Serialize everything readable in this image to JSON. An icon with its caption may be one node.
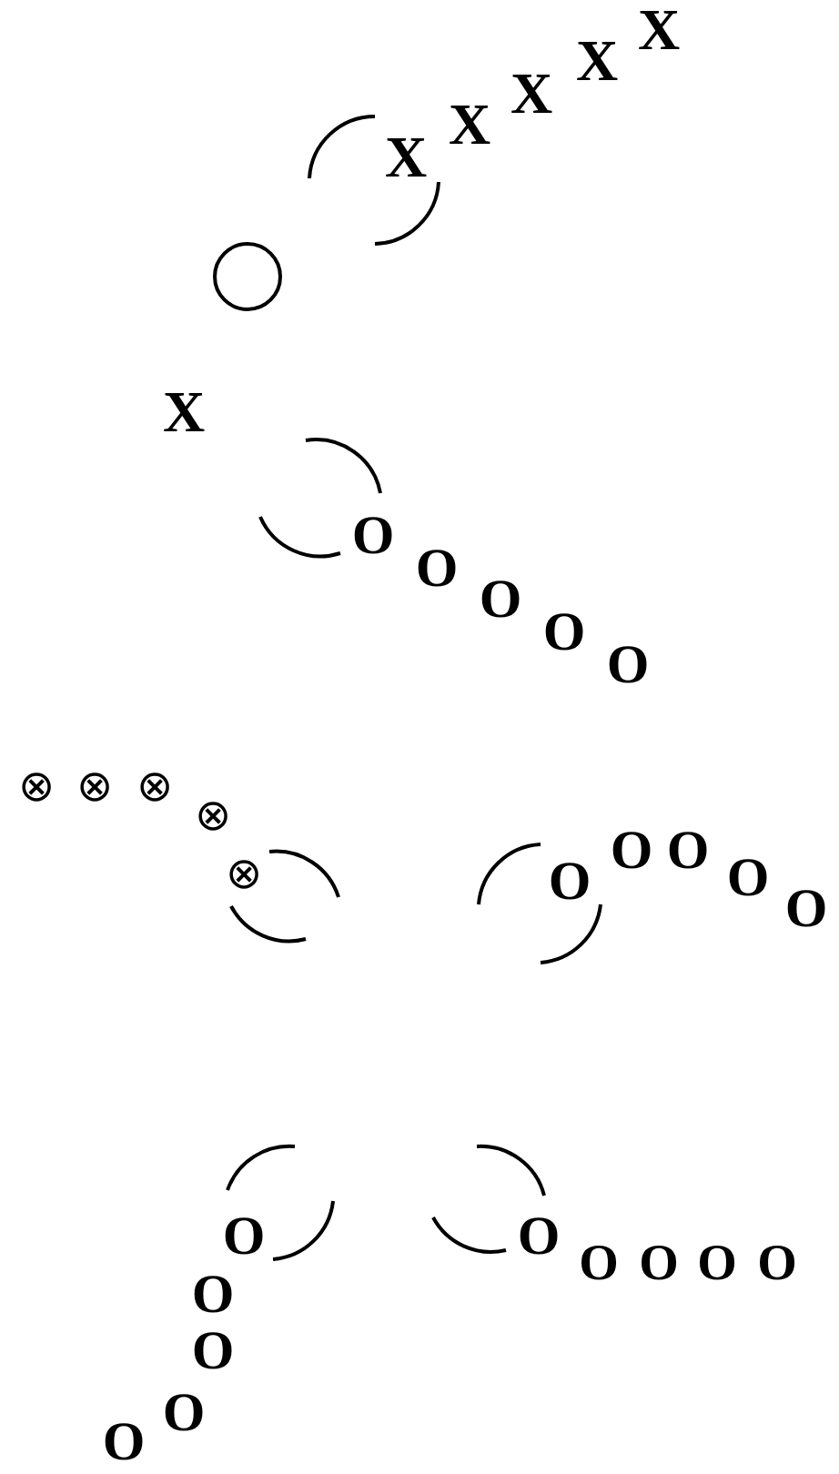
{
  "diagram": {
    "labels": [
      "X",
      "X",
      "X",
      "X",
      "X",
      "X",
      "O",
      "O",
      "O",
      "O",
      "O",
      "⊗",
      "⊗",
      "⊗",
      "⊗",
      "⊗",
      "O",
      "O",
      "O",
      "O",
      "O",
      "O",
      "O",
      "O",
      "O",
      "O",
      "O",
      "O",
      "O",
      "O",
      "O"
    ]
  }
}
